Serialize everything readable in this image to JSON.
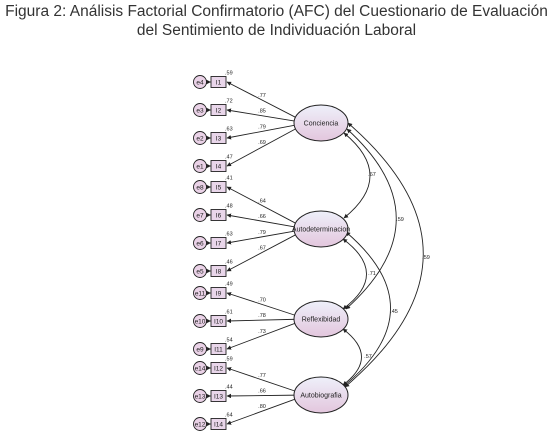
{
  "title": {
    "line1": "Figura 2: Análisis Factorial Confirmatorio (AFC) del Cuestionario de Evaluación",
    "line2": "del Sentimiento de Individuación Laboral"
  },
  "colors": {
    "latent_fill_top": "#eef0fa",
    "latent_fill_bottom": "#e3c6dd",
    "error_fill": "#ead2e7",
    "item_fill": "#e9d6ea",
    "stroke": "#222222",
    "title": "#333333"
  },
  "latents": [
    {
      "id": "conciencia",
      "label": "Conciencia"
    },
    {
      "id": "autodeterminacion",
      "label": "Autodeterminacion"
    },
    {
      "id": "reflexibidad",
      "label": "Reflexibidad"
    },
    {
      "id": "autobiografia",
      "label": "Autobiografia"
    }
  ],
  "indicators": [
    {
      "error": "e4",
      "item": "I1",
      "r2": ".59",
      "loading": ".77",
      "factor": "conciencia"
    },
    {
      "error": "e3",
      "item": "I2",
      "r2": ".72",
      "loading": ".85",
      "factor": "conciencia"
    },
    {
      "error": "e2",
      "item": "I3",
      "r2": ".63",
      "loading": ".79",
      "factor": "conciencia"
    },
    {
      "error": "e1",
      "item": "I4",
      "r2": ".47",
      "loading": ".69",
      "factor": "conciencia"
    },
    {
      "error": "e8",
      "item": "I5",
      "r2": ".41",
      "loading": ".64",
      "factor": "autodeterminacion"
    },
    {
      "error": "e7",
      "item": "I6",
      "r2": ".48",
      "loading": ".66",
      "factor": "autodeterminacion"
    },
    {
      "error": "e6",
      "item": "I7",
      "r2": ".63",
      "loading": ".79",
      "factor": "autodeterminacion"
    },
    {
      "error": "e5",
      "item": "I8",
      "r2": ".46",
      "loading": ".67",
      "factor": "autodeterminacion"
    },
    {
      "error": "e11",
      "item": "I9",
      "r2": ".49",
      "loading": ".70",
      "factor": "reflexibidad"
    },
    {
      "error": "e10",
      "item": "I10",
      "r2": ".61",
      "loading": ".78",
      "factor": "reflexibidad"
    },
    {
      "error": "e9",
      "item": "I11",
      "r2": ".54",
      "loading": ".73",
      "factor": "reflexibidad"
    },
    {
      "error": "e14",
      "item": "I12",
      "r2": ".59",
      "loading": ".77",
      "factor": "autobiografia"
    },
    {
      "error": "e13",
      "item": "I13",
      "r2": ".44",
      "loading": ".66",
      "factor": "autobiografia"
    },
    {
      "error": "e12",
      "item": "I14",
      "r2": ".64",
      "loading": ".80",
      "factor": "autobiografia"
    }
  ],
  "correlations": [
    {
      "from": "conciencia",
      "to": "autodeterminacion",
      "value": ".67"
    },
    {
      "from": "conciencia",
      "to": "reflexibidad",
      "value": ".59"
    },
    {
      "from": "conciencia",
      "to": "autobiografia",
      "value": ".59"
    },
    {
      "from": "autodeterminacion",
      "to": "reflexibidad",
      "value": ".71"
    },
    {
      "from": "autodeterminacion",
      "to": "autobiografia",
      "value": ".45"
    },
    {
      "from": "reflexibidad",
      "to": "autobiografia",
      "value": ".57"
    }
  ]
}
